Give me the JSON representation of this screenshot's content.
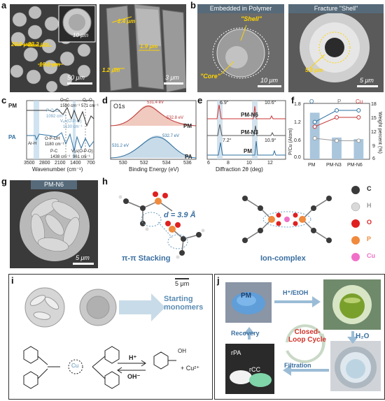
{
  "panels": {
    "a": "a",
    "b": "b",
    "c": "c",
    "d": "d",
    "e": "e",
    "f": "f",
    "g": "g",
    "h": "h",
    "i": "i",
    "j": "j"
  },
  "panel_a": {
    "left_annotations": [
      "20.9 μm",
      "23.2 μm",
      "19.2 μm"
    ],
    "inset_scale": "10 μm",
    "left_scale": "50 μm",
    "right_annotations": [
      "2.4 μm",
      "1.9 μm",
      "1.2 μm"
    ],
    "right_scale": "3 μm"
  },
  "panel_b": {
    "left_header": "Embedded in Polymer",
    "right_header": "Fracture \"Shell\"",
    "shell_label": "\"Shell\"",
    "core_label": "\"Core\"",
    "left_scale": "10 μm",
    "right_size": "5.8 μm",
    "right_scale": "5 μm"
  },
  "panel_c": {
    "xlabel": "Wavenumber (cm⁻¹)",
    "ticks": [
      "3500",
      "2800",
      "2100",
      "1400",
      "700"
    ],
    "series": [
      "PM",
      "PA"
    ],
    "annotations": [
      "O=C",
      "1590 cm⁻¹",
      "O₂-O",
      "571 cm⁻¹",
      "P-O-Cu",
      "1092 cm⁻¹",
      "Vₐs(O-P-O)",
      "1130 cm⁻¹",
      "Ar-H",
      "O-P-OH",
      "1180 cm⁻¹",
      "P-C",
      "1438 cm⁻¹",
      "Vₐs(O-P-O)",
      "961 cm⁻¹"
    ]
  },
  "panel_d": {
    "title": "O1s",
    "xlabel": "Binding Energy (eV)",
    "ticks": [
      "530",
      "532",
      "534",
      "536"
    ],
    "series": [
      "PM",
      "PA"
    ],
    "annotations": [
      "531.4 eV",
      "532.8 eV",
      "531.2 eV",
      "532.7 eV"
    ]
  },
  "panel_e": {
    "xlabel": "Diffraction 2θ (deg)",
    "ticks": [
      "6",
      "8",
      "10",
      "12"
    ],
    "series": [
      "PM-N6",
      "PM-N3",
      "PM"
    ],
    "annotations": [
      "6.9°",
      "10.6°",
      "7.2°",
      "10.9°"
    ]
  },
  "panel_f": {
    "ylabel_left": "P/Cu (Atom)",
    "ylabel_right": "Weight percent (%)",
    "legend": [
      "O",
      "P",
      "Cu"
    ],
    "left_ticks": [
      "1.8",
      "1.2",
      "0.6",
      "0.0"
    ],
    "right_ticks": [
      "18",
      "15",
      "12",
      "9",
      "6"
    ],
    "categories": [
      "PM",
      "PM-N3",
      "PM-N6"
    ]
  },
  "chart_data": [
    {
      "type": "bar",
      "categories": [
        "PM",
        "PM-N3",
        "PM-N6"
      ],
      "values": [
        1.5,
        0.7,
        0.65
      ],
      "ylabel": "P/Cu (Atom)",
      "ylim": [
        0,
        1.8
      ]
    },
    {
      "type": "line",
      "categories": [
        "PM",
        "PM-N3",
        "PM-N6"
      ],
      "series": [
        {
          "name": "O",
          "values": [
            14,
            16.5,
            16.5
          ]
        },
        {
          "name": "P",
          "values": [
            10.5,
            10,
            10
          ]
        },
        {
          "name": "Cu",
          "values": [
            13,
            15,
            15
          ]
        }
      ],
      "ylabel": "Weight percent (%)",
      "ylim": [
        6,
        18
      ]
    }
  ],
  "panel_g": {
    "header": "PM-N6",
    "scale": "5 μm"
  },
  "panel_h": {
    "distance": "d = 3.9 Å",
    "left_caption": "π-π Stacking",
    "right_caption": "Ion-complex",
    "legend": [
      {
        "label": "C",
        "color": "#3a3a3a"
      },
      {
        "label": "H",
        "color": "#d9d9d9"
      },
      {
        "label": "O",
        "color": "#e02020"
      },
      {
        "label": "P",
        "color": "#f08a3c"
      },
      {
        "label": "Cu",
        "color": "#f070c8"
      }
    ]
  },
  "panel_i": {
    "scale": "5 μm",
    "arrow_label": "Starting monomers",
    "reaction_top": "H⁺",
    "reaction_bottom": "OH⁻",
    "cu_label": "Cu",
    "product": "+ Cu²⁺",
    "oh_label": "OH"
  },
  "panel_j": {
    "pm": "PM",
    "step1": "H⁺/EtOH",
    "step2": "H₂O",
    "step3": "Filtration",
    "step4": "Recovery",
    "center": "Closed-Loop Cycle",
    "rpa": "rPA",
    "rcc": "rCC"
  }
}
